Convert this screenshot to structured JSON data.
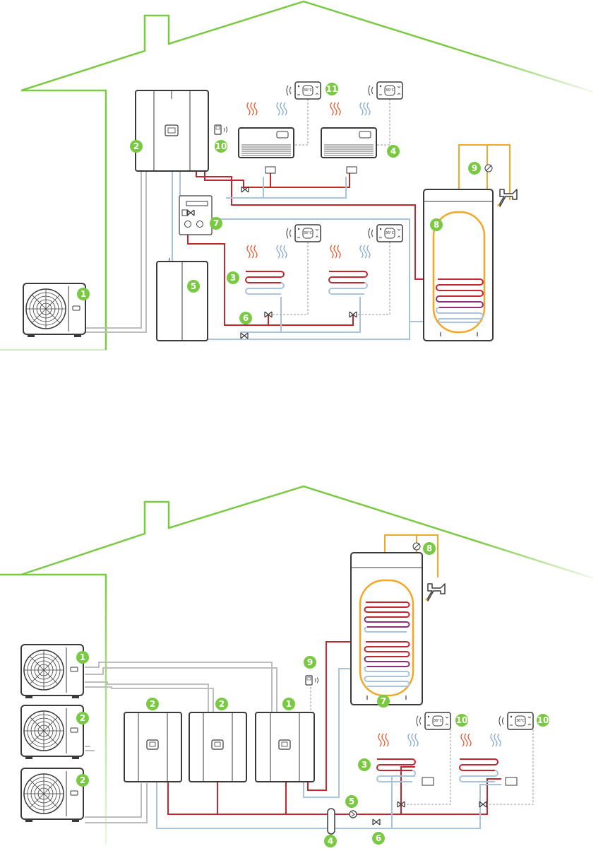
{
  "colors": {
    "house": "#7ac943",
    "badge": "#7ac943",
    "unit_stroke": "#3a3a3a",
    "unit_fill": "#ffffff",
    "hot": "#c1272d",
    "cold": "#a9c3dc",
    "grey_pipe": "#bdbdbd",
    "dhw": "#f5a623",
    "coil_mid": "#8b2f7e",
    "dash": "#9a9a9a"
  },
  "diagram_top": {
    "badges": [
      {
        "id": "b1",
        "label": "1"
      },
      {
        "id": "b2",
        "label": "2"
      },
      {
        "id": "b3",
        "label": "3"
      },
      {
        "id": "b4",
        "label": "4"
      },
      {
        "id": "b5",
        "label": "5"
      },
      {
        "id": "b6",
        "label": "6"
      },
      {
        "id": "b7",
        "label": "7"
      },
      {
        "id": "b8",
        "label": "8"
      },
      {
        "id": "b9",
        "label": "9"
      },
      {
        "id": "b10",
        "label": "10"
      },
      {
        "id": "b11",
        "label": "11"
      }
    ],
    "thermostat_label": "36°C"
  },
  "diagram_bottom": {
    "badges": [
      {
        "id": "c1a",
        "label": "1"
      },
      {
        "id": "c2a",
        "label": "2"
      },
      {
        "id": "c2b",
        "label": "2"
      },
      {
        "id": "c1b",
        "label": "1"
      },
      {
        "id": "c2c",
        "label": "2"
      },
      {
        "id": "c2d",
        "label": "2"
      },
      {
        "id": "c3",
        "label": "3"
      },
      {
        "id": "c4",
        "label": "4"
      },
      {
        "id": "c5",
        "label": "5"
      },
      {
        "id": "c6",
        "label": "6"
      },
      {
        "id": "c7",
        "label": "7"
      },
      {
        "id": "c8",
        "label": "8"
      },
      {
        "id": "c9",
        "label": "9"
      },
      {
        "id": "c10a",
        "label": "10"
      },
      {
        "id": "c10b",
        "label": "10"
      }
    ],
    "thermostat_label": "36°C"
  }
}
